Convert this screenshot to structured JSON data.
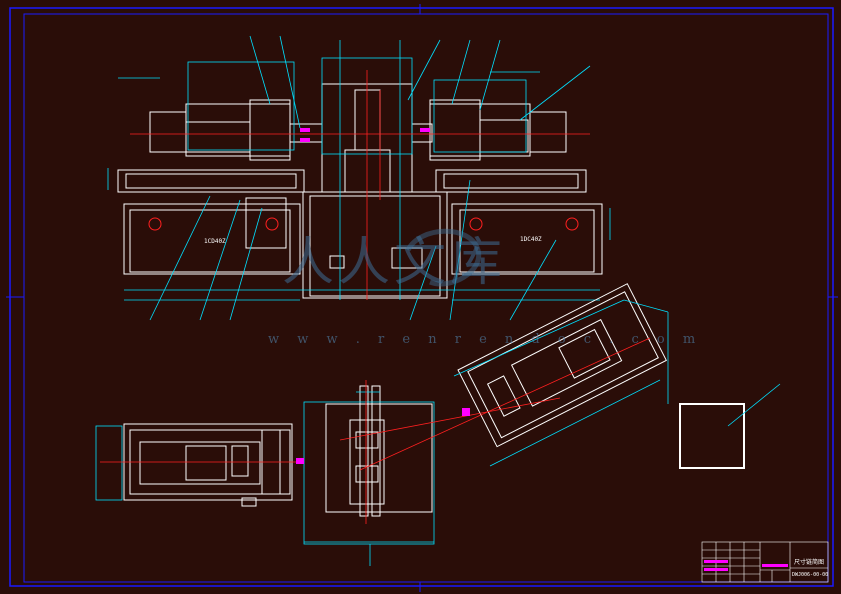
{
  "drawing": {
    "title_block": {
      "drawing_name": "尺寸链简图",
      "drawing_number": "DWJ006-00-00"
    },
    "labels": {
      "left_unit": "1CD40Z",
      "right_unit": "1DC40Z"
    },
    "watermark": {
      "logo_text": "人人文库",
      "url": "w w w . r e n r e n d o c . c o m"
    }
  },
  "colors": {
    "background": "#2a0d08",
    "border": "#1a1aff",
    "outline": "#ffffff",
    "dimension": "#00e0ff",
    "centerline": "#ff2020",
    "accent": "#ff00ff"
  }
}
